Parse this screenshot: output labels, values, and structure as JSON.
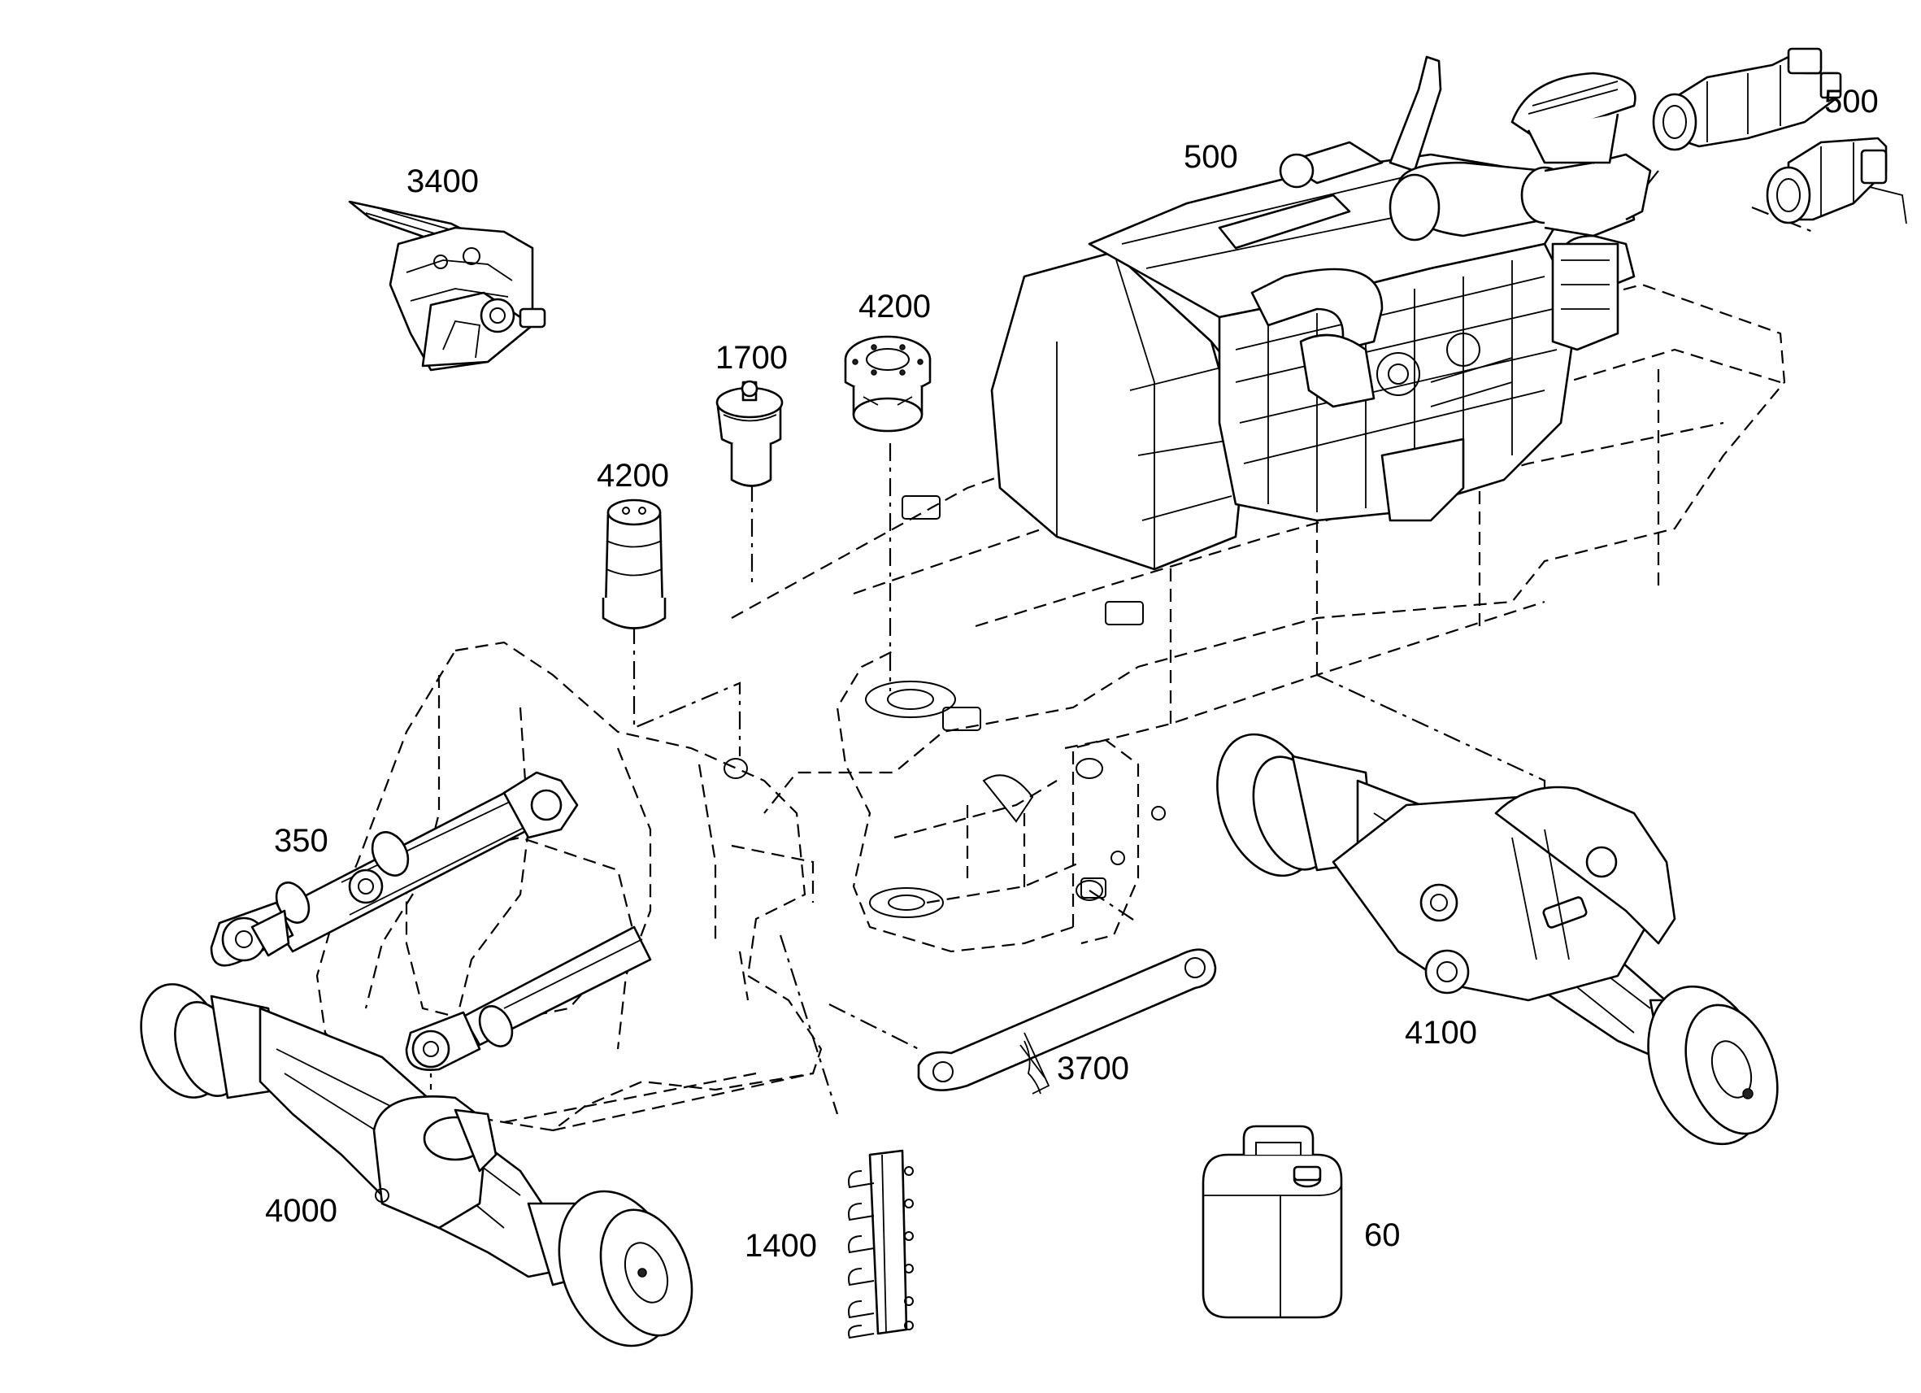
{
  "callouts": {
    "p3400": "3400",
    "p500_engine": "500",
    "p500_pump": "500",
    "p4200_right": "4200",
    "p1700": "1700",
    "p4200_left": "4200",
    "p350": "350",
    "p4000": "4000",
    "p1400": "1400",
    "p3700": "3700",
    "p4100": "4100",
    "p60": "60"
  }
}
